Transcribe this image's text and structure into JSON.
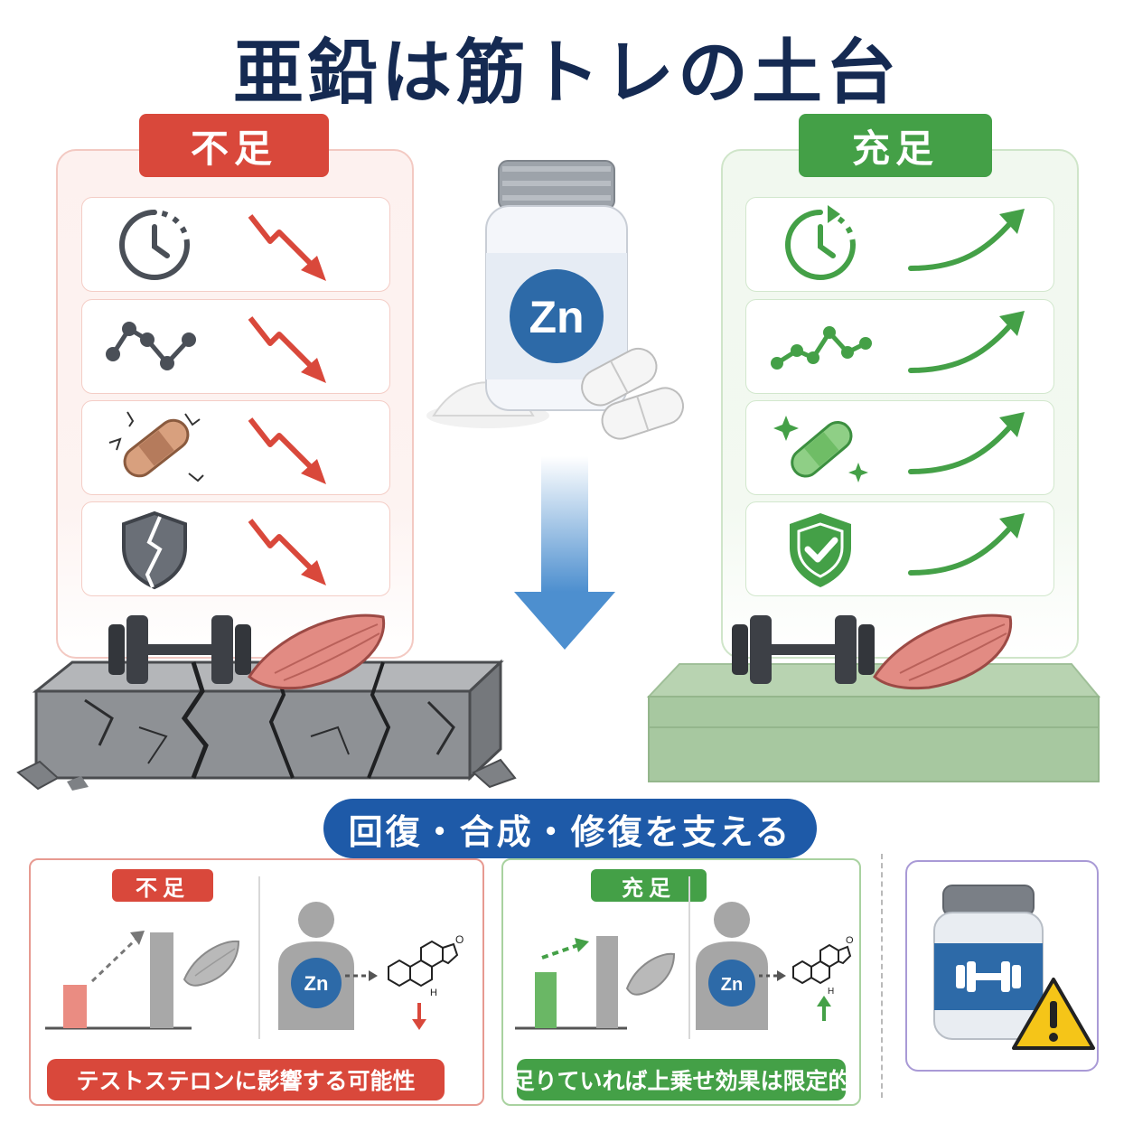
{
  "title": "亜鉛は筋トレの土台",
  "left_panel": {
    "tag": "不足"
  },
  "right_panel": {
    "tag": "充足"
  },
  "center": {
    "bottle_label": "Zn"
  },
  "banner": "回復・合成・修復を支える",
  "bottom_left": {
    "tag": "不足",
    "zn_label": "Zn",
    "steroid_h": "H",
    "steroid_o": "O",
    "caption": "テストステロンに影響する可能性"
  },
  "bottom_middle": {
    "tag": "充足",
    "zn_label": "Zn",
    "steroid_h": "H",
    "steroid_o": "O",
    "caption": "足りていれば上乗せ効果は限定的"
  },
  "colors": {
    "title": "#152a52",
    "red": "#d9483b",
    "green": "#44a047",
    "blue": "#1e5aa8",
    "zn_circle": "#2d6aa8"
  },
  "icons": {
    "left_rows": [
      "clock-icon",
      "molecule-chain-icon",
      "broken-bandage-icon",
      "cracked-shield-icon"
    ],
    "right_rows": [
      "clock-refresh-icon",
      "molecule-chain-icon",
      "sparkle-bandage-icon",
      "check-shield-icon"
    ],
    "left_trend": "down-zigzag-arrow-icon",
    "right_trend": "up-curve-arrow-icon",
    "warning": "warning-icon"
  }
}
